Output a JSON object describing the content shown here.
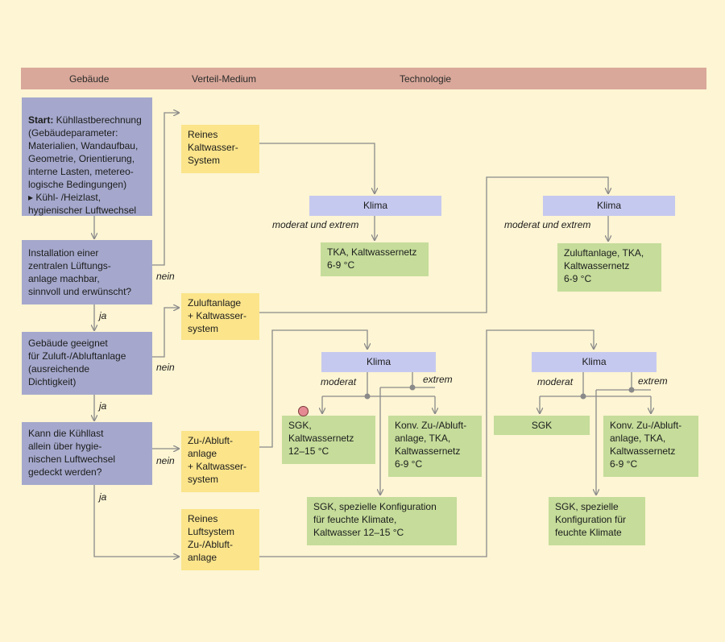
{
  "header": {
    "col1": "Gebäude",
    "col2": "Verteil-Medium",
    "col3": "Technologie"
  },
  "left": {
    "start_bold": "Start:",
    "start_rest": " Kühllastberechnung\n(Gebäudeparameter:\nMaterialien, Wandaufbau,\nGeometrie, Orientierung,\ninterne Lasten, metereo-\nlogische Bedingungen)\n▸ Kühl- /Heizlast,\nhygienischer Luftwechsel",
    "q1": "Installation einer\nzentralen Lüftungs-\nanlage machbar,\nsinnvoll und erwünscht?",
    "q2": "Gebäude geeignet\nfür Zuluft-/Abluftanlage\n(ausreichende\nDichtigkeit)",
    "q3": "Kann die Kühllast\nallein über hygie-\nnischen Luftwechsel\ngedeckt werden?"
  },
  "medium": {
    "m1": "Reines\nKaltwasser-\nSystem",
    "m2": "Zuluftanlage\n+ Kaltwasser-\nsystem",
    "m3": "Zu-/Abluft-\nanlage\n+ Kaltwasser-\nsystem",
    "m4": "Reines\nLuftsystem\nZu-/Abluft-\nanlage"
  },
  "labels": {
    "nein": "nein",
    "ja": "ja",
    "moderat_extrem": "moderat und extrem",
    "moderat": "moderat",
    "extrem": "extrem"
  },
  "tech": {
    "klima": "Klima",
    "t1": "TKA, Kaltwassernetz\n6-9 °C",
    "t2": "Zuluftanlage, TKA,\nKaltwassernetz\n6-9 °C",
    "t3": "SGK,\nKaltwassernetz\n12–15 °C",
    "t4": "Konv. Zu-/Abluft-\nanlage, TKA,\nKaltwassernetz\n6-9 °C",
    "t5": "SGK, spezielle Konfiguration\nfür feuchte Klimate,\nKaltwasser 12–15 °C",
    "t6": "SGK",
    "t7": "Konv. Zu-/Abluft-\nanlage, TKA,\nKaltwassernetz\n6-9 °C",
    "t8": "SGK, spezielle\nKonfiguration für\nfeuchte Klimate"
  },
  "colors": {
    "background": "#fdf5d3",
    "header": "#d9a89a",
    "question_box": "#a5a8cc",
    "medium_box": "#fbe48a",
    "result_box": "#c5dc9a",
    "klima_box": "#c6c9ef",
    "connector": "#8a8a8a"
  }
}
